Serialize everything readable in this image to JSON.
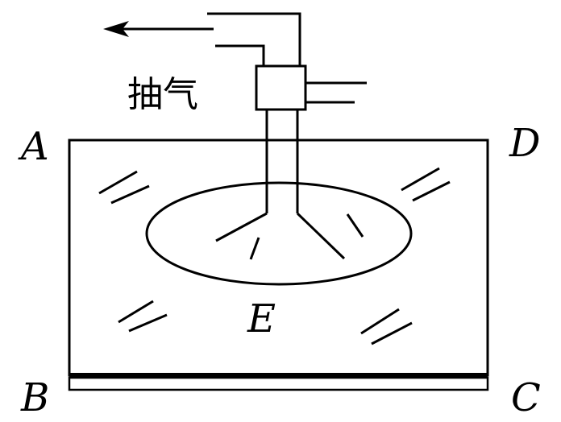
{
  "labels": {
    "corner_a": "A",
    "corner_b": "B",
    "corner_c": "C",
    "corner_d": "D",
    "center_e": "E",
    "pump_text": "抽气"
  },
  "colors": {
    "stroke": "#000000",
    "background": "#ffffff"
  }
}
